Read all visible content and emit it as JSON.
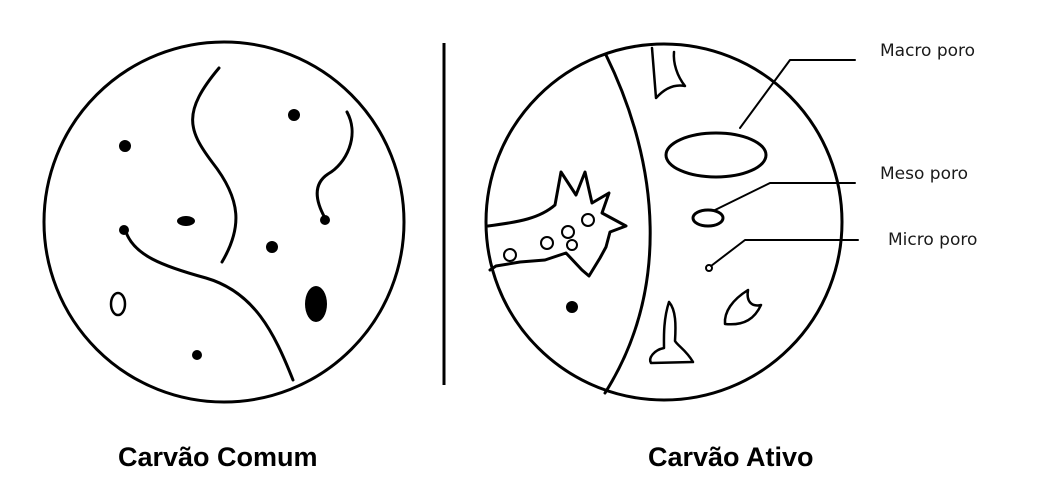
{
  "diagram": {
    "labels": {
      "macro": "Macro poro",
      "meso": "Meso poro",
      "micro": "Micro poro"
    },
    "captions": {
      "common": "Carvão Comum",
      "active": "Carvão Ativo"
    },
    "colors": {
      "stroke": "#000000",
      "background": "#ffffff"
    }
  }
}
